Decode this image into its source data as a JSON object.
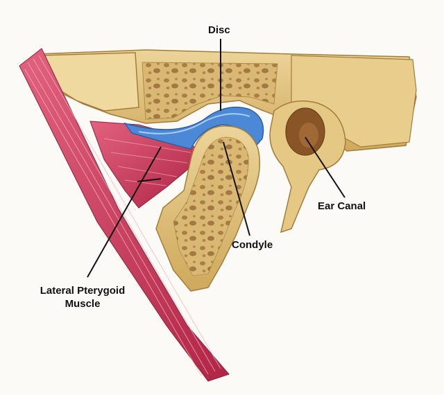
{
  "labels": {
    "disc": "Disc",
    "ear_canal": "Ear Canal",
    "condyle": "Condyle",
    "lateral_pterygoid_line1": "Lateral Pterygoid",
    "lateral_pterygoid_line2": "Muscle"
  },
  "colors": {
    "bone": "#dfc37e",
    "bone_dark": "#b48a3f",
    "marrow": "#9a6a35",
    "muscle": "#cf3a5c",
    "muscle_light": "#e98aa0",
    "disc": "#3f7fd0",
    "leader": "#111111"
  }
}
